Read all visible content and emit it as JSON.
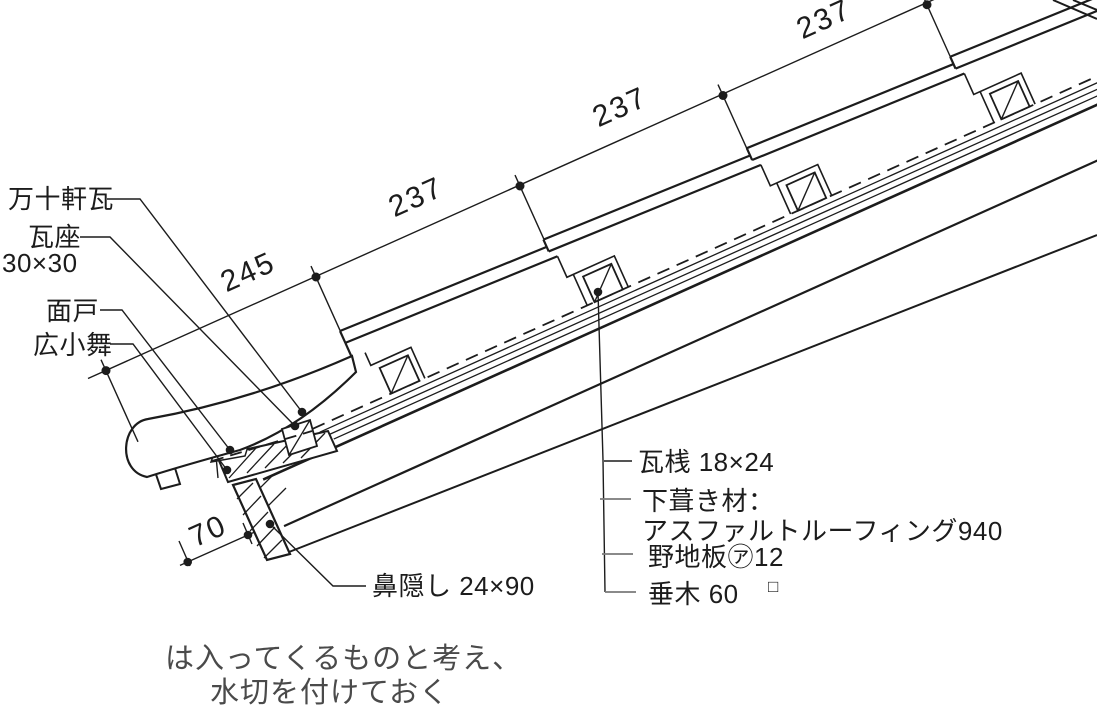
{
  "drawing": {
    "title_hint": "japanese-roof-eave-section-detail",
    "left_labels": {
      "manju_tile": "万十軒瓦",
      "tile_seat": "瓦座",
      "tile_seat_size": "30×30",
      "mendo": "面戸",
      "hirokomai": "広小舞"
    },
    "right_labels": {
      "tile_batten": "瓦桟 18×24",
      "underlayment_1": "下葺き材：",
      "underlayment_2": "アスファルトルーフィング940",
      "sheathing": "野地板㋐12",
      "rafter": "垂木 60",
      "rafter_square": "□"
    },
    "fascia_label": "鼻隠し 24×90",
    "dimensions": {
      "d245": "245",
      "d237_1": "237",
      "d237_2": "237",
      "d237_3": "237",
      "d70": "70"
    },
    "note_line1": "は入ってくるものと考え、",
    "note_line2": "水切を付けておく",
    "colors": {
      "line": "#1c1c1c",
      "note_text": "#4a4a4a",
      "leader_gray": "#7a7a7a",
      "background": "#ffffff"
    }
  }
}
